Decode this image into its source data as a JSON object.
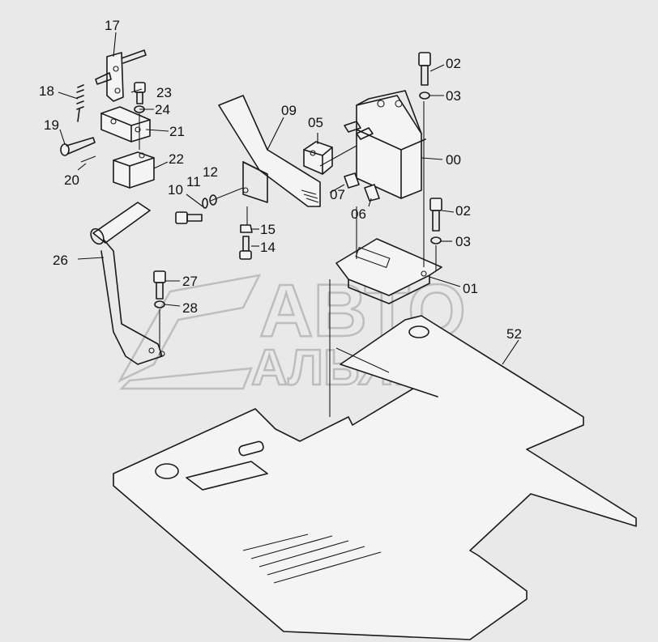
{
  "watermark": {
    "line1": "АВТО",
    "line2": "АЛЬЯНС"
  },
  "labels": [
    {
      "id": "label-17",
      "text": "17"
    },
    {
      "id": "label-18",
      "text": "18"
    },
    {
      "id": "label-23",
      "text": "23"
    },
    {
      "id": "label-24",
      "text": "24"
    },
    {
      "id": "label-21",
      "text": "21"
    },
    {
      "id": "label-19",
      "text": "19"
    },
    {
      "id": "label-22",
      "text": "22"
    },
    {
      "id": "label-20",
      "text": "20"
    },
    {
      "id": "label-09",
      "text": "09"
    },
    {
      "id": "label-05",
      "text": "05"
    },
    {
      "id": "label-02a",
      "text": "02"
    },
    {
      "id": "label-03a",
      "text": "03"
    },
    {
      "id": "label-00",
      "text": "00"
    },
    {
      "id": "label-10",
      "text": "10"
    },
    {
      "id": "label-11",
      "text": "11"
    },
    {
      "id": "label-12",
      "text": "12"
    },
    {
      "id": "label-07",
      "text": "07"
    },
    {
      "id": "label-06",
      "text": "06"
    },
    {
      "id": "label-02b",
      "text": "02"
    },
    {
      "id": "label-03b",
      "text": "03"
    },
    {
      "id": "label-15",
      "text": "15"
    },
    {
      "id": "label-14",
      "text": "14"
    },
    {
      "id": "label-26",
      "text": "26"
    },
    {
      "id": "label-27",
      "text": "27"
    },
    {
      "id": "label-28",
      "text": "28"
    },
    {
      "id": "label-01",
      "text": "01"
    },
    {
      "id": "label-52",
      "text": "52"
    }
  ]
}
